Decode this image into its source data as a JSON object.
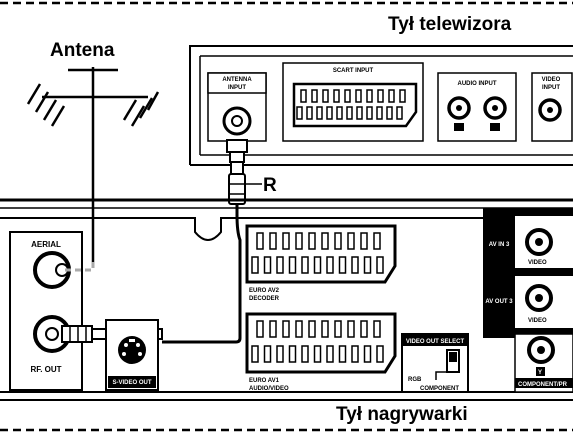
{
  "headings": {
    "tv_back": "Tył telewizora",
    "antenna": "Antena",
    "recorder_back": "Tył nagrywarki",
    "cable_label": "R"
  },
  "tv_panel": {
    "antenna_input": [
      "ANTENNA",
      "INPUT"
    ],
    "scart_input": "SCART INPUT",
    "audio_input": "AUDIO INPUT",
    "video_input": [
      "VIDEO",
      "INPUT"
    ]
  },
  "recorder_panel": {
    "aerial": "AERIAL",
    "rf_out": "RF. OUT",
    "s_video_out": "S-VIDEO OUT",
    "euro_av2": [
      "EURO AV2",
      "DECODER"
    ],
    "euro_av1": [
      "EURO AV1",
      "AUDIO/VIDEO"
    ],
    "video_out_select": "VIDEO OUT SELECT",
    "rgb": "RGB",
    "component": "COMPONENT",
    "av_in3": "AV IN 3",
    "av_out3": "AV OUT 3",
    "video_1": "VIDEO",
    "video_2": "VIDEO",
    "component_pr": "COMPONENT/PR",
    "y_label": "Y"
  }
}
